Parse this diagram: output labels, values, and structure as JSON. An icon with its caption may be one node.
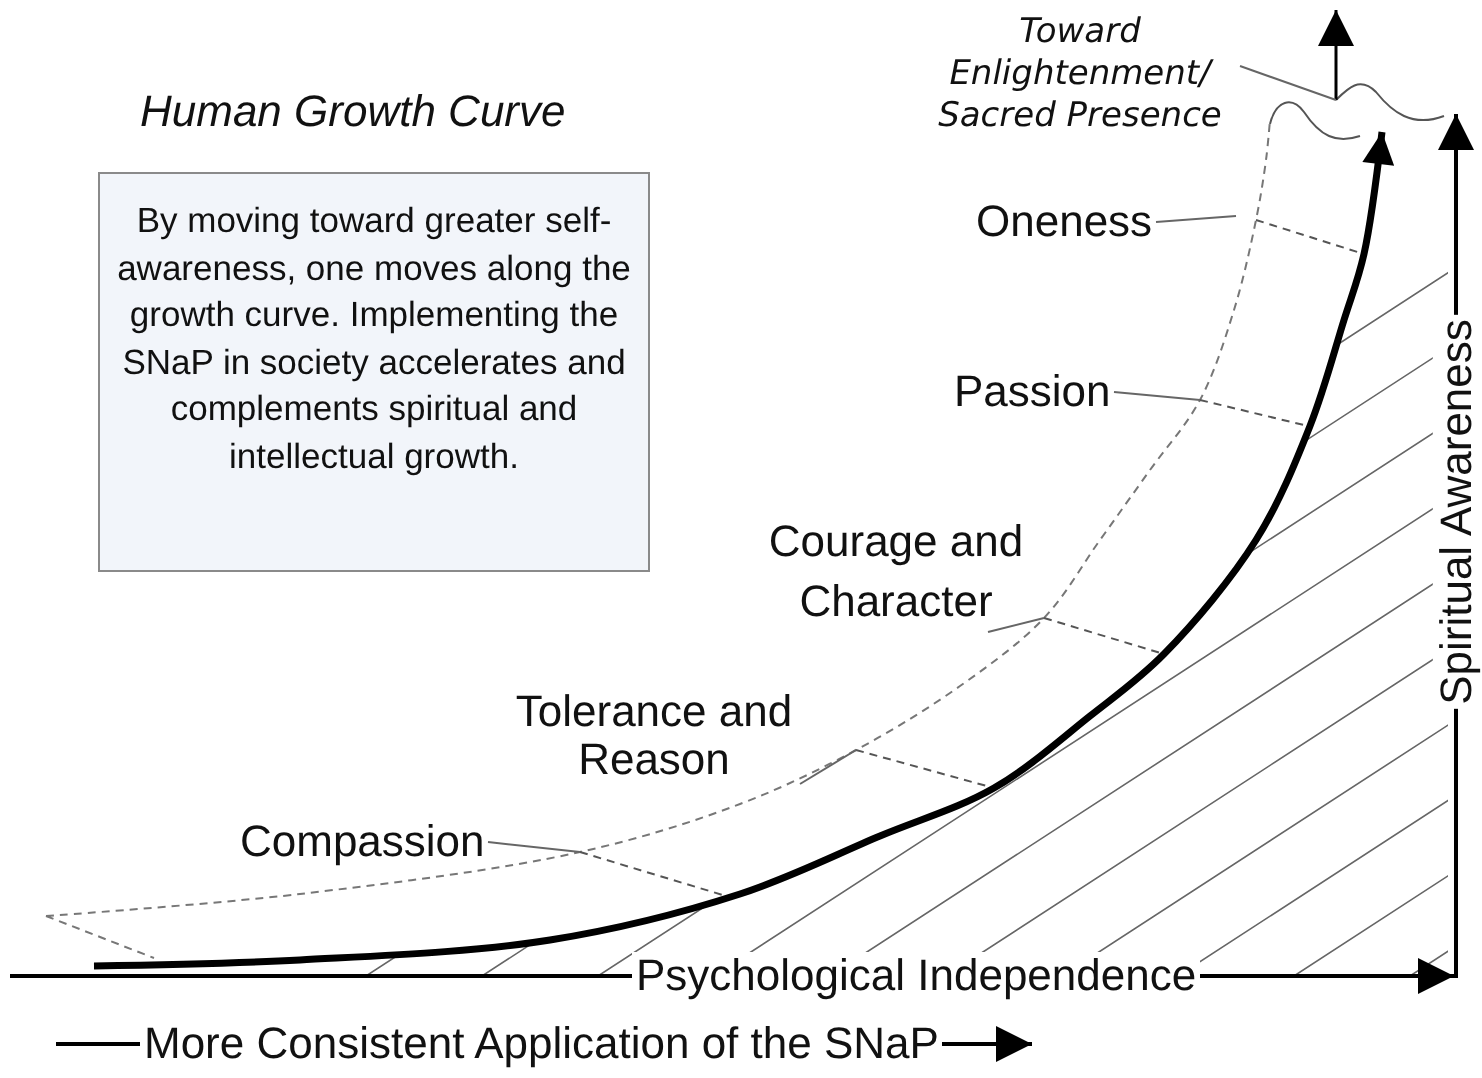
{
  "diagram": {
    "title": "Human Growth Curve",
    "nodes": [
      {
        "text": [
          "By moving toward greater self-awareness, one moves along the growth curve. Implementing the SNaP in society accelerates and complements spiritual and intellectual growth."
        ]
      },
      {
        "text": [
          "Toward Enlightenment/ Sacred Presence"
        ]
      },
      {
        "text": [
          "Oneness"
        ]
      },
      {
        "text": [
          "Passion"
        ]
      },
      {
        "text": [
          "Courage and Character"
        ]
      },
      {
        "text": [
          "Tolerance and Reason"
        ]
      },
      {
        "text": [
          "Compassion"
        ]
      }
    ],
    "edges": [
      {
        "from": 1,
        "to": null,
        "arrow": "none"
      },
      {
        "from": 2,
        "to": null,
        "arrow": "none"
      },
      {
        "from": 3,
        "to": null,
        "arrow": "none"
      },
      {
        "from": 4,
        "to": null,
        "arrow": "none"
      },
      {
        "from": 5,
        "to": null,
        "arrow": "none"
      },
      {
        "from": 6,
        "to": null,
        "arrow": "none"
      }
    ],
    "labels": [
      "Psychological Independence",
      "Spiritual Awareness",
      "More Consistent Application of the SNaP"
    ]
  }
}
